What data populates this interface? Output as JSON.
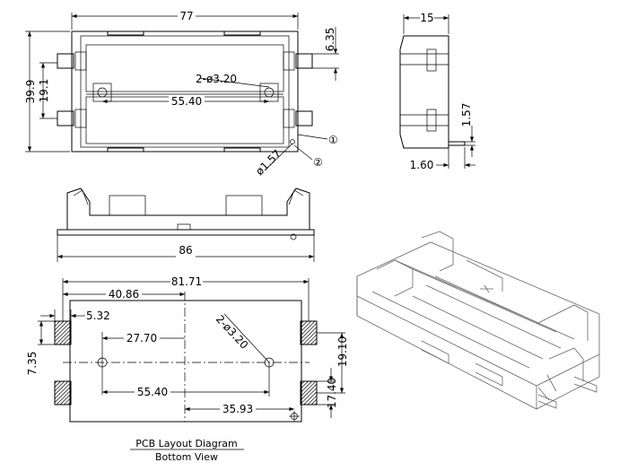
{
  "top_view": {
    "width": "77",
    "height": "39.9",
    "clip_depth": "6.35",
    "clip_gap": "19.1",
    "hole_label": "2-ø3.20",
    "hole_spacing": "55.40",
    "pin_dia": "ø1.57",
    "callout_1": "①",
    "callout_2": "②"
  },
  "side_view": {
    "depth": "15",
    "pin_thick": "1.57",
    "pin_len": "1.60"
  },
  "front_view": {
    "length": "86"
  },
  "pcb_layout": {
    "total_width": "81.71",
    "half_width": "40.86",
    "pad_width": "5.32",
    "inner_offset": "27.70",
    "hole_label": "2-ø3.20",
    "hole_spacing": "55.40",
    "right_offset": "35.93",
    "pad_height": "7.35",
    "pad_span": "19.10",
    "pad_pitch": "17.40",
    "caption_title": "PCB Layout Diagram",
    "caption_sub": "Bottom View"
  }
}
